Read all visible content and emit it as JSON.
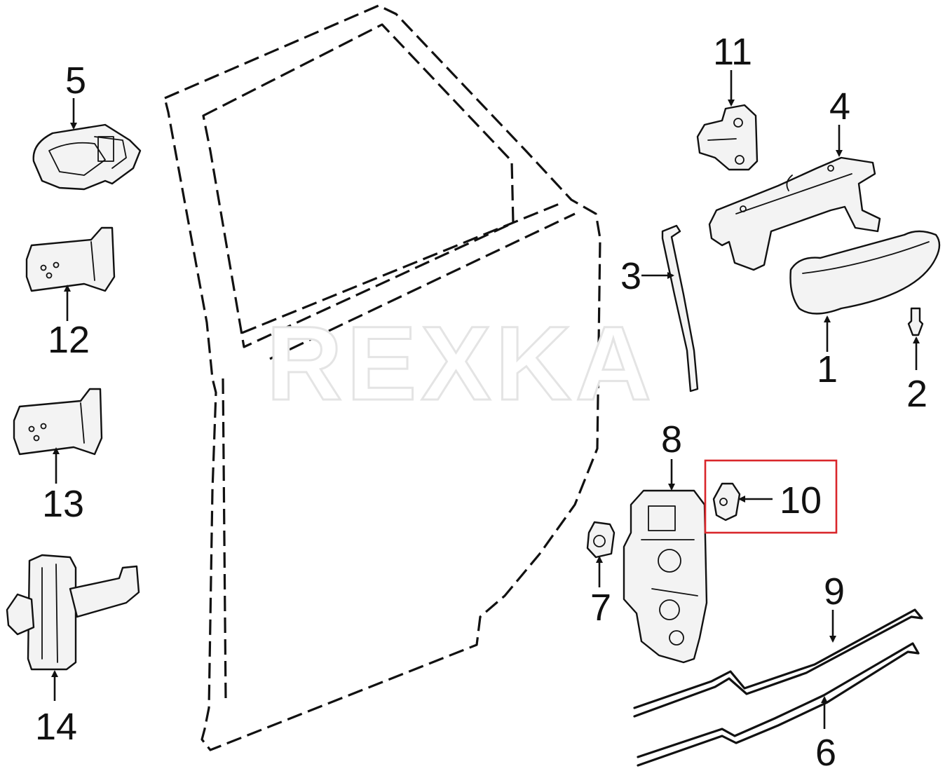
{
  "watermark": "REXKA",
  "highlight_color": "#d9262b",
  "line_color": "#111111",
  "callouts": {
    "c1": "1",
    "c2": "2",
    "c3": "3",
    "c4": "4",
    "c5": "5",
    "c6": "6",
    "c7": "7",
    "c8": "8",
    "c9": "9",
    "c10": "10",
    "c11": "11",
    "c12": "12",
    "c13": "13",
    "c14": "14"
  },
  "highlighted_part": "10"
}
